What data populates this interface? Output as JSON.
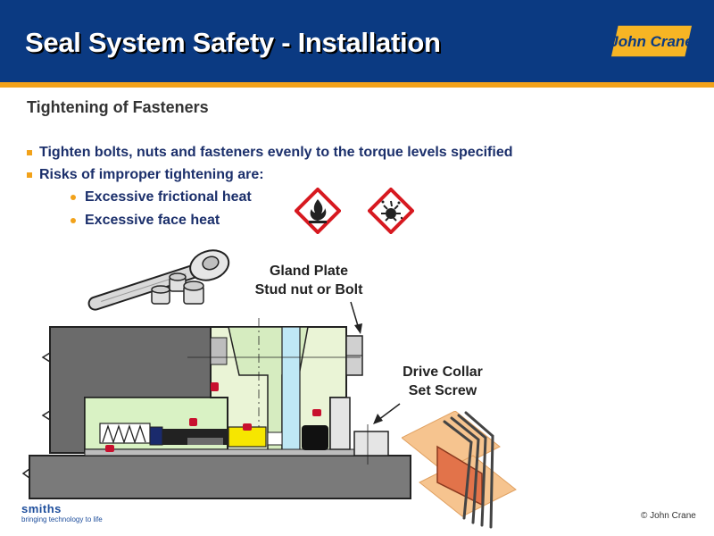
{
  "header": {
    "title": "Seal System Safety - Installation",
    "logo_text": "John Crane"
  },
  "subtitle": "Tightening of Fasteners",
  "bullets": [
    "Tighten bolts, nuts and fasteners evenly to the torque levels specified",
    "Risks of improper tightening are:"
  ],
  "sub_bullets": [
    "Excessive frictional heat",
    "Excessive face heat"
  ],
  "hazard_icons": [
    "flammable-hazard-icon",
    "explosive-hazard-icon"
  ],
  "labels": {
    "gland_plate_line1": "Gland Plate",
    "gland_plate_line2": "Stud nut or Bolt",
    "drive_collar_line1": "Drive Collar",
    "drive_collar_line2": "Set Screw"
  },
  "footer": {
    "company": "smiths",
    "tagline": "bringing technology to life",
    "copyright": "© John Crane"
  },
  "colors": {
    "header_blue": "#0b3a82",
    "accent_orange": "#f2a21a",
    "text_navy": "#1b2f6b",
    "hazard_red": "#d71920",
    "logo_yellow": "#f7b524"
  }
}
